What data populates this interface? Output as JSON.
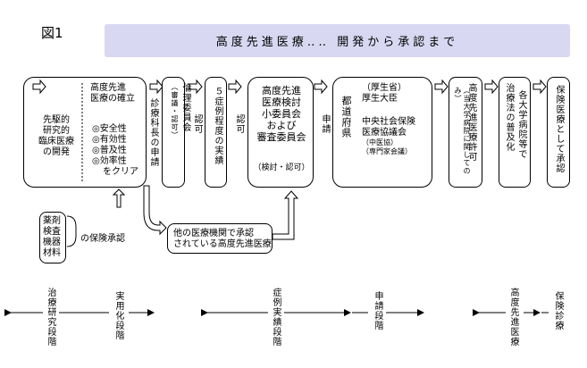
{
  "figure_label": "図1",
  "title": "高度先進医療‥‥ 開発から承認まで",
  "box1": {
    "left_lines": [
      "先駆的",
      "研究的",
      "臨床医療",
      "の開発"
    ],
    "right_title": [
      "高度先進",
      "医療の確立"
    ],
    "checks": [
      "◎安全性",
      "◎有効性",
      "◎普及性",
      "◎効率性",
      "をクリア"
    ]
  },
  "step_shinryo": "診療科長の申請",
  "box_rinri": {
    "main": "倫理委員会",
    "sub": "（審議・認可）"
  },
  "label_ninka1": "認可",
  "box_shorei": "５症例程度の実績",
  "label_ninka2": "認可",
  "box_center": {
    "lines": [
      "高度先進",
      "医療検討",
      "小委員会",
      "および",
      "審査委員会"
    ],
    "sub": "（検討・認可）"
  },
  "label_shinsei": "申請",
  "label_todofuken": "都道府県",
  "box_kosei": {
    "line1": "（厚生省）",
    "line2": "厚生大臣",
    "line3": "中央社会保険",
    "line4": "医療協議会",
    "line5": "（中医協）",
    "line6": "（専門家会議）"
  },
  "box_kyoka": {
    "main": "高度先進医療許可",
    "sub": "（当大学病院に関してのみ）"
  },
  "box_fukyu": {
    "col1": "各大学病院等で",
    "col2": "治療法の普及化"
  },
  "box_hoken": "保険医療として承認",
  "box_drug": [
    "薬剤",
    "検査",
    "機器",
    "材料"
  ],
  "drug_label": "の保険承認",
  "box_other": [
    "他の医療機関で承認",
    "されている高度先進医療"
  ],
  "phases": {
    "p1": "治療研究段階",
    "p2": "実用化段階",
    "p3": "症例実績段階",
    "p4": "申請段階",
    "p5": "高度先進医療",
    "p6": "保険診療"
  }
}
